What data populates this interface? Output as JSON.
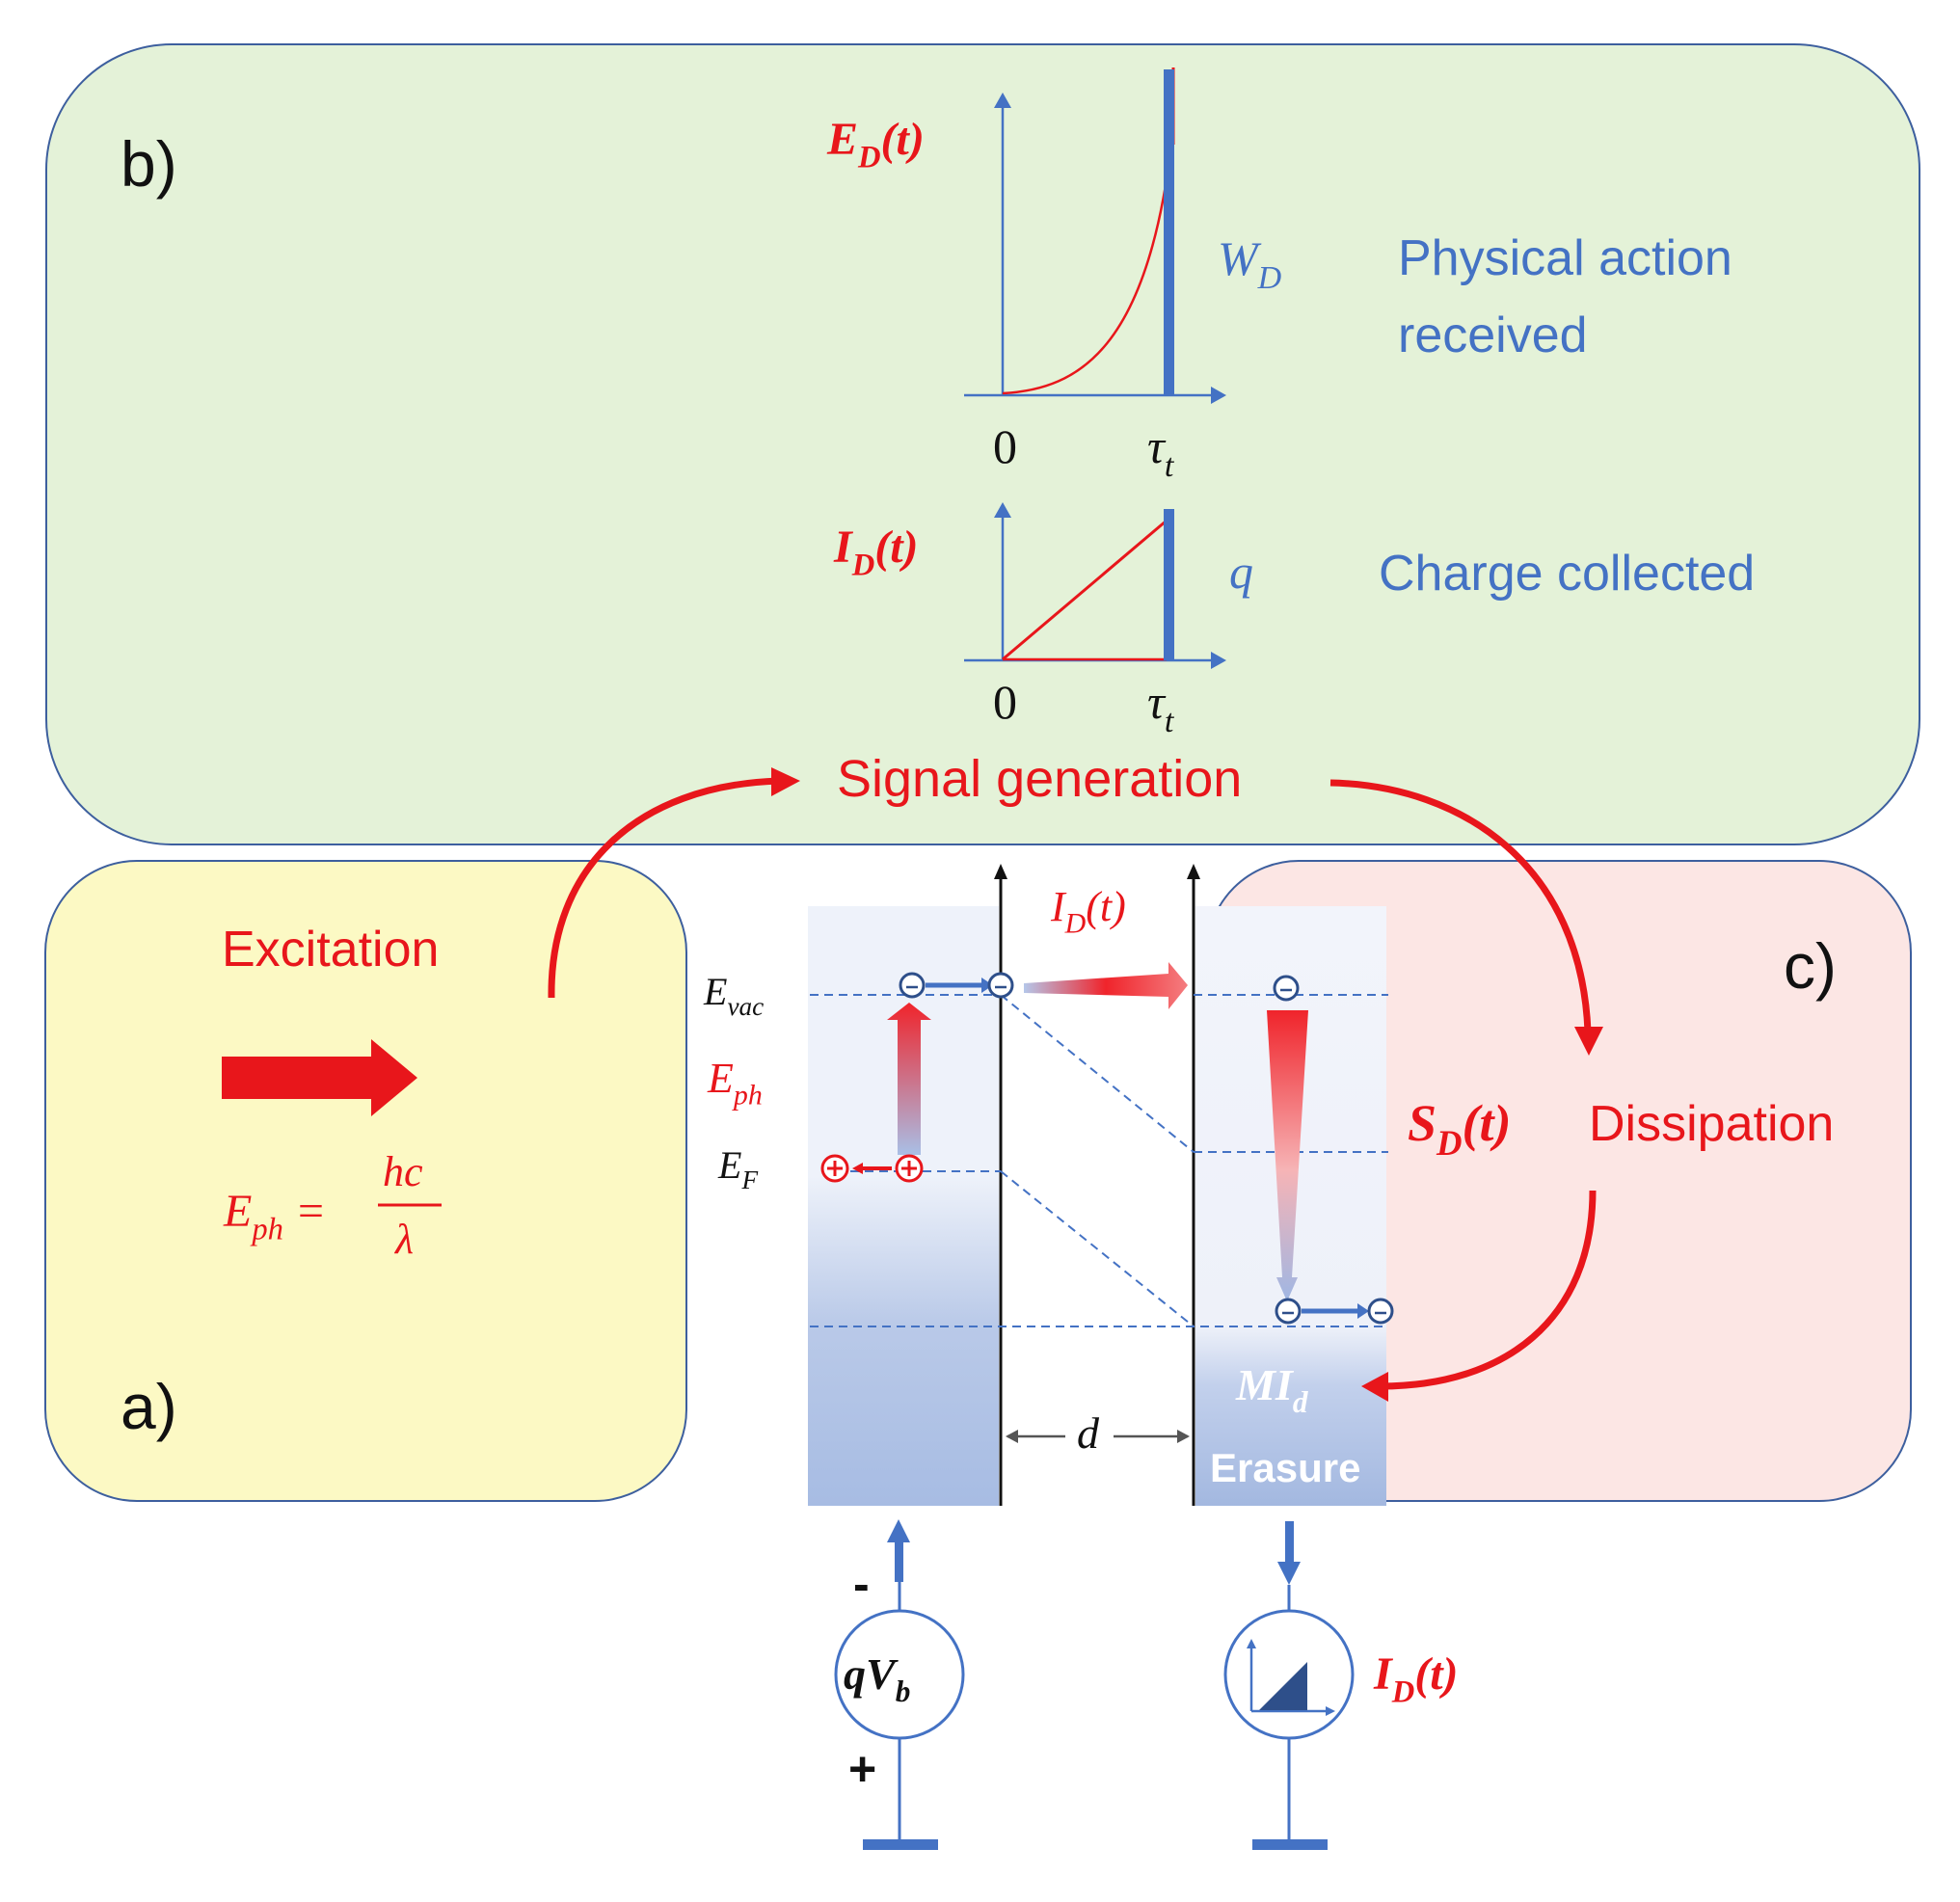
{
  "colors": {
    "panel_b_fill": "#e4f2d8",
    "panel_a_fill": "#fcf9c4",
    "panel_c_fill": "#fce6e4",
    "panel_border": "#3d5f9e",
    "accent_red": "#e8161b",
    "accent_blue": "#4472c4",
    "text_black": "#111111"
  },
  "panel_b": {
    "label": "b)",
    "ed_label": "E_D(t)",
    "wd_label": "W_D",
    "physical_line1": "Physical action",
    "physical_line2": "received",
    "axis_zero_top": "0",
    "axis_tau_top": "τ_t",
    "id_label": "I_D(t)",
    "q_label": "q",
    "charge_label": "Charge collected",
    "axis_zero_bottom": "0",
    "axis_tau_bottom": "τ_t",
    "signal_generation": "Signal generation"
  },
  "panel_a": {
    "label": "a)",
    "excitation": "Excitation",
    "eph_formula_lhs": "E_ph =",
    "eph_numerator": "hc",
    "eph_denominator": "λ"
  },
  "panel_c": {
    "label": "c)",
    "sd_label": "S_D(t)",
    "dissipation": "Dissipation"
  },
  "band": {
    "e_vac": "E_vac",
    "e_ph": "E_ph",
    "e_f": "E_F",
    "id_top": "I_D(t)",
    "gap": "d",
    "mi_d": "MI_d",
    "erasure": "Erasure",
    "minus_sign": "-",
    "plus_sign": "+",
    "source_label": "qV_b",
    "meter_label": "I_D(t)"
  },
  "icons": [
    "electron-icon",
    "hole-icon",
    "ground-icon",
    "voltage-source-icon",
    "current-meter-icon",
    "arrow-icon"
  ]
}
